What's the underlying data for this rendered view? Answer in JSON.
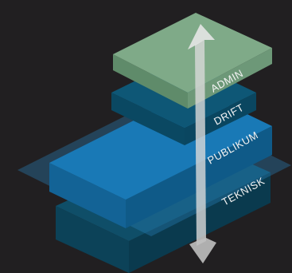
{
  "diagram": {
    "layers": [
      {
        "id": "admin",
        "label": "ADMIN",
        "color": "#7faa88"
      },
      {
        "id": "drift",
        "label": "DRIFT",
        "color": "#0e5776"
      },
      {
        "id": "publikum",
        "label": "PUBLIKUM",
        "color": "#1979b6"
      },
      {
        "id": "teknisk",
        "label": "TEKNISK",
        "color": "#0f4e68"
      }
    ],
    "arrow": {
      "direction": "bidirectional-vertical"
    },
    "colors": {
      "background": "#211f21",
      "arrow": "#d9d9d9",
      "label": "#f4f4f4"
    }
  }
}
